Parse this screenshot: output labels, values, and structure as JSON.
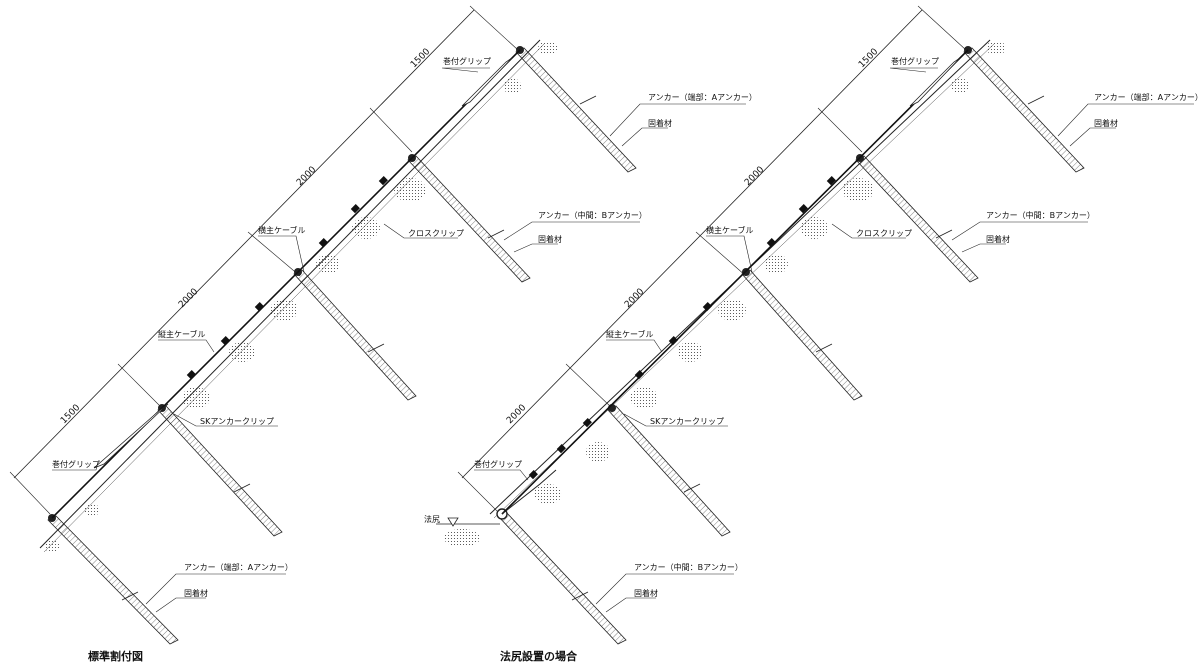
{
  "figures": [
    {
      "title": "標準割付図",
      "dimensions": [
        "1500",
        "2000",
        "2000",
        "1500"
      ],
      "labels": {
        "grip_top": "巻付グリップ",
        "anchor_end_top": "アンカー（端部：Aアンカー）",
        "fixing_top": "固着材",
        "anchor_mid": "アンカー（中間：Bアンカー）",
        "fixing_mid": "固着材",
        "horizontal_cable": "横主ケーブル",
        "cross_clip": "クロスクリップ",
        "vertical_cable": "縦主ケーブル",
        "sk_clip": "SKアンカークリップ",
        "grip_bottom": "巻付グリップ",
        "anchor_end_bottom": "アンカー（端部：Aアンカー）",
        "fixing_bottom": "固着材"
      }
    },
    {
      "title": "法尻設置の場合",
      "dimensions": [
        "2000",
        "2000",
        "2000",
        "1500"
      ],
      "labels": {
        "grip_top": "巻付グリップ",
        "anchor_end_top": "アンカー（端部：Aアンカー）",
        "fixing_top": "固着材",
        "anchor_mid": "アンカー（中間：Bアンカー）",
        "fixing_mid": "固着材",
        "horizontal_cable": "横主ケーブル",
        "cross_clip": "クロスクリップ",
        "vertical_cable": "縦主ケーブル",
        "sk_clip": "SKアンカークリップ",
        "grip_bottom": "巻付グリップ",
        "toe": "法尻",
        "anchor_mid_bottom": "アンカー（中間：Bアンカー）",
        "fixing_bottom": "固着材"
      }
    }
  ]
}
